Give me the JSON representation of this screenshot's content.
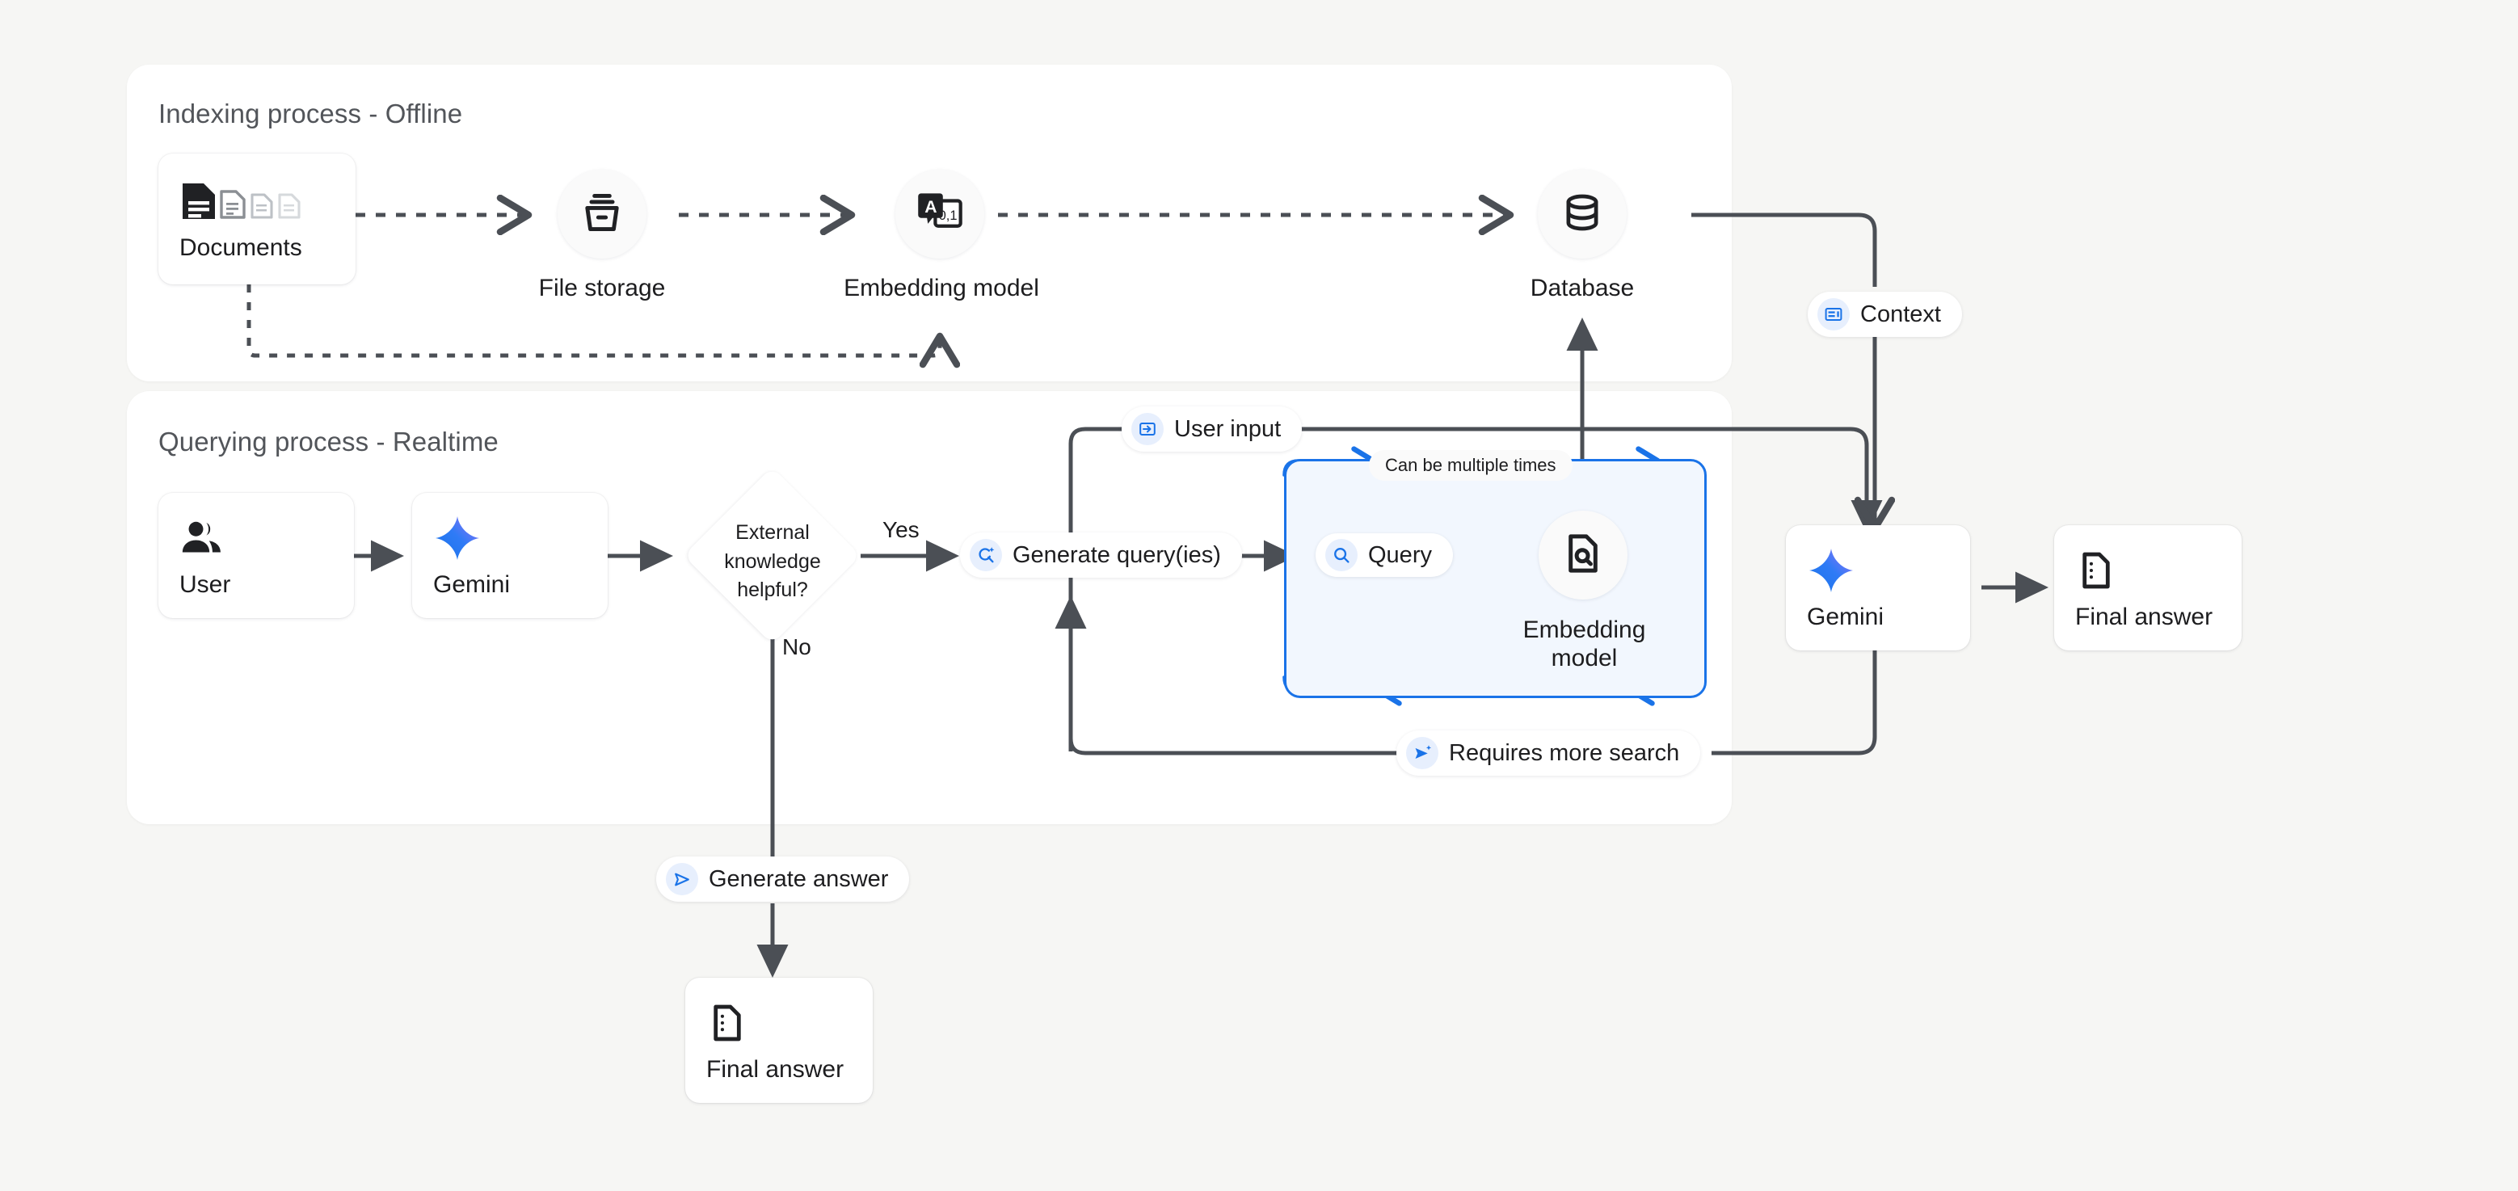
{
  "background_color": "#f6f6f4",
  "accent_color": "#1a73e8",
  "panels": [
    {
      "id": "indexing",
      "title": "Indexing process - Offline"
    },
    {
      "id": "querying",
      "title": "Querying process - Realtime"
    }
  ],
  "indexing": {
    "nodes": [
      {
        "id": "documents",
        "label": "Documents",
        "icon": "documents-icon",
        "shape": "card"
      },
      {
        "id": "file-storage",
        "label": "File storage",
        "icon": "file-storage-icon",
        "shape": "circle"
      },
      {
        "id": "embedding-model",
        "label": "Embedding model",
        "icon": "translate-embedding-icon",
        "shape": "circle"
      },
      {
        "id": "database",
        "label": "Database",
        "icon": "database-icon",
        "shape": "circle"
      }
    ],
    "edges": [
      {
        "from": "documents",
        "to": "file-storage",
        "style": "dashed"
      },
      {
        "from": "file-storage",
        "to": "embedding-model",
        "style": "dashed"
      },
      {
        "from": "embedding-model",
        "to": "database",
        "style": "dashed"
      },
      {
        "from": "documents",
        "to": "embedding-model",
        "style": "dashed",
        "route": "bottom-loop"
      }
    ]
  },
  "querying": {
    "nodes": [
      {
        "id": "user",
        "label": "User",
        "icon": "user-group-icon",
        "shape": "card"
      },
      {
        "id": "gemini-1",
        "label": "Gemini",
        "icon": "gemini-sparkle-icon",
        "shape": "card"
      },
      {
        "id": "decision",
        "label": "External knowledge helpful?",
        "shape": "diamond"
      },
      {
        "id": "query",
        "label": "Query",
        "icon": "search-icon",
        "shape": "pill"
      },
      {
        "id": "embedding-model-2",
        "label": "Embedding model",
        "icon": "document-search-icon",
        "shape": "circle"
      },
      {
        "id": "gemini-2",
        "label": "Gemini",
        "icon": "gemini-sparkle-icon",
        "shape": "card"
      },
      {
        "id": "final-answer-right",
        "label": "Final answer",
        "icon": "answer-doc-icon",
        "shape": "card"
      },
      {
        "id": "final-answer-bottom",
        "label": "Final answer",
        "icon": "answer-doc-icon",
        "shape": "card"
      }
    ],
    "decision_labels": {
      "yes": "Yes",
      "no": "No"
    },
    "loop_note": "Can be multiple times"
  },
  "chips": [
    {
      "id": "context",
      "label": "Context",
      "icon": "context-panel-icon"
    },
    {
      "id": "user-input",
      "label": "User input",
      "icon": "login-arrow-icon"
    },
    {
      "id": "generate-queries",
      "label": "Generate query(ies)",
      "icon": "search-sparkle-icon"
    },
    {
      "id": "requires-more-search",
      "label": "Requires more search",
      "icon": "send-sparkle-icon"
    },
    {
      "id": "generate-answer",
      "label": "Generate answer",
      "icon": "send-outline-icon"
    }
  ]
}
